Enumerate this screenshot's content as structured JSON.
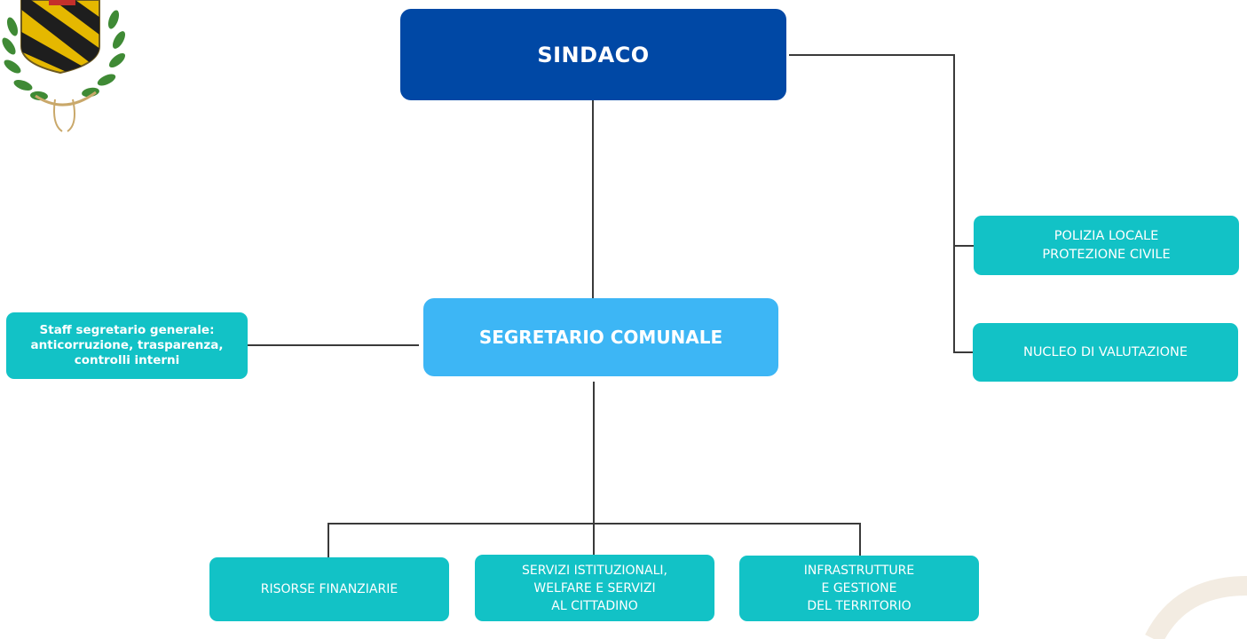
{
  "colors": {
    "mayor": "#0048a5",
    "secretary": "#3db6f5",
    "unit": "#12c2c6",
    "connector": "#3a3a3a"
  },
  "emblem": {
    "icon": "municipal-coat-of-arms-icon"
  },
  "watermark": {
    "icon": "decorative-curve-watermark"
  },
  "boxes": {
    "sindaco": "SINDACO",
    "segretario": "SEGRETARIO COMUNALE",
    "staff": "Staff segretario generale:\nanticorruzione, trasparenza,\ncontrolli interni",
    "polizia": "POLIZIA LOCALE\nPROTEZIONE CIVILE",
    "nucleo": "NUCLEO DI VALUTAZIONE",
    "risorse": "RISORSE FINANZIARIE",
    "servizi": "SERVIZI ISTITUZIONALI,\nWELFARE E SERVIZI\nAL CITTADINO",
    "infra": "INFRASTRUTTURE\nE GESTIONE\nDEL TERRITORIO"
  }
}
